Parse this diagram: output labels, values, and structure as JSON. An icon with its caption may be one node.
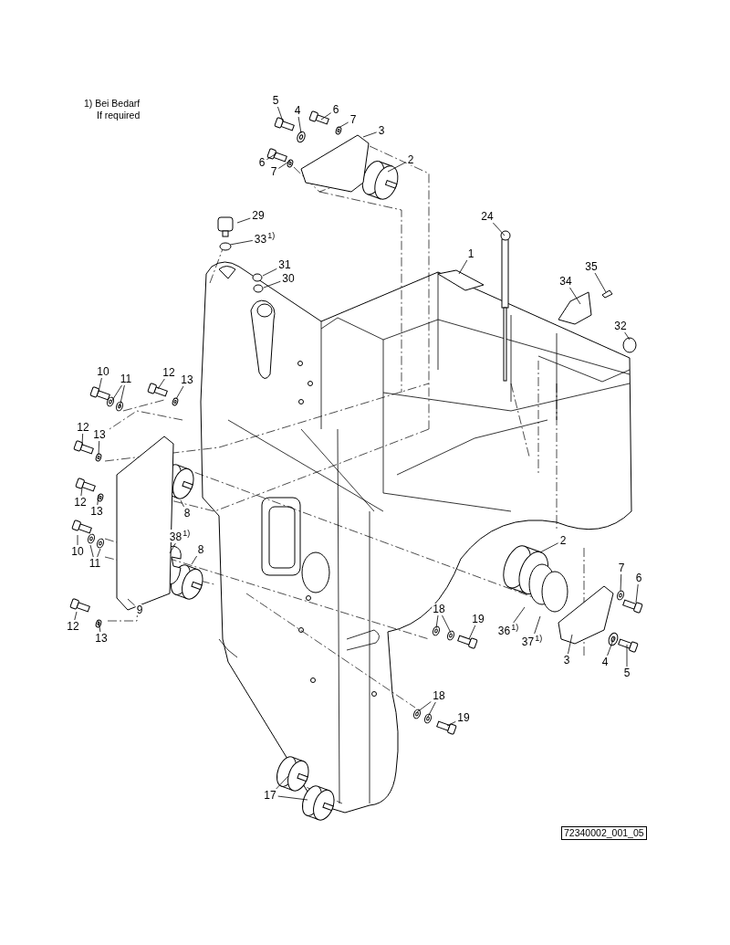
{
  "diagram": {
    "nodes": [
      {
        "text": [
          "5"
        ]
      },
      {
        "text": [
          "4"
        ]
      },
      {
        "text": [
          "6"
        ]
      },
      {
        "text": [
          "7"
        ]
      },
      {
        "text": [
          "3"
        ]
      },
      {
        "text": [
          "2"
        ]
      },
      {
        "text": [
          "6"
        ]
      },
      {
        "text": [
          "7"
        ]
      },
      {
        "text": [
          "29"
        ]
      },
      {
        "text": [
          "24"
        ]
      },
      {
        "text": [
          "33$^{1)}$"
        ]
      },
      {
        "text": [
          "1"
        ]
      },
      {
        "text": [
          "31"
        ]
      },
      {
        "text": [
          "35"
        ]
      },
      {
        "text": [
          "30"
        ]
      },
      {
        "text": [
          "34"
        ]
      },
      {
        "text": [
          "32"
        ]
      },
      {
        "text": [
          "10"
        ]
      },
      {
        "text": [
          "12"
        ]
      },
      {
        "text": [
          "11"
        ]
      },
      {
        "text": [
          "13"
        ]
      },
      {
        "text": [
          "12"
        ]
      },
      {
        "text": [
          "13"
        ]
      },
      {
        "text": [
          "8"
        ]
      },
      {
        "text": [
          "12"
        ]
      },
      {
        "text": [
          "13"
        ]
      },
      {
        "text": [
          "38$^{1)}$"
        ]
      },
      {
        "text": [
          "2"
        ]
      },
      {
        "text": [
          "10"
        ]
      },
      {
        "text": [
          "8"
        ]
      },
      {
        "text": [
          "11"
        ]
      },
      {
        "text": [
          "7"
        ]
      },
      {
        "text": [
          "6"
        ]
      },
      {
        "text": [
          "12"
        ]
      },
      {
        "text": [
          "18"
        ]
      },
      {
        "text": [
          "9"
        ]
      },
      {
        "text": [
          "19"
        ]
      },
      {
        "text": [
          "36$^{1)}$"
        ]
      },
      {
        "text": [
          "13"
        ]
      },
      {
        "text": [
          "37$^{1)}$"
        ]
      },
      {
        "text": [
          "3"
        ]
      },
      {
        "text": [
          "4"
        ]
      },
      {
        "text": [
          "5"
        ]
      },
      {
        "text": [
          "18"
        ]
      },
      {
        "text": [
          "19"
        ]
      },
      {
        "text": [
          "17"
        ]
      },
      {
        "text": [],
        "shape": "picture"
      }
    ],
    "edges": [
      {
        "from": 0,
        "to": 46,
        "arrow": "none"
      },
      {
        "from": 1,
        "to": 46,
        "arrow": "none"
      },
      {
        "from": 2,
        "to": 46,
        "arrow": "none"
      },
      {
        "from": 3,
        "to": 46,
        "arrow": "none"
      },
      {
        "from": 4,
        "to": 46,
        "arrow": "none"
      },
      {
        "from": 5,
        "to": 46,
        "arrow": "none"
      },
      {
        "from": 6,
        "to": 46,
        "arrow": "none"
      },
      {
        "from": 7,
        "to": 46,
        "arrow": "none"
      },
      {
        "from": 8,
        "to": 46,
        "arrow": "none"
      },
      {
        "from": 9,
        "to": 46,
        "arrow": "none"
      },
      {
        "from": 10,
        "to": 46,
        "arrow": "none"
      },
      {
        "from": 11,
        "to": 46,
        "arrow": "none"
      },
      {
        "from": 12,
        "to": 46,
        "arrow": "none"
      },
      {
        "from": 13,
        "to": 46,
        "arrow": "none"
      },
      {
        "from": 14,
        "to": 46,
        "arrow": "none"
      },
      {
        "from": 15,
        "to": 46,
        "arrow": "none"
      },
      {
        "from": 16,
        "to": 46,
        "arrow": "none"
      },
      {
        "from": 17,
        "to": 46,
        "arrow": "none"
      },
      {
        "from": 18,
        "to": 46,
        "arrow": "none"
      },
      {
        "from": 19,
        "to": 46,
        "arrow": "none"
      },
      {
        "from": 19,
        "to": 46,
        "arrow": "none"
      },
      {
        "from": 20,
        "to": 46,
        "arrow": "none"
      },
      {
        "from": 21,
        "to": 46,
        "arrow": "none"
      },
      {
        "from": 22,
        "to": 46,
        "arrow": "none"
      },
      {
        "from": 23,
        "to": 46,
        "arrow": "none"
      },
      {
        "from": 24,
        "to": 46,
        "arrow": "none"
      },
      {
        "from": 25,
        "to": 46,
        "arrow": "none"
      },
      {
        "from": 26,
        "to": 46,
        "arrow": "none"
      },
      {
        "from": 27,
        "to": 46,
        "arrow": "none"
      },
      {
        "from": 28,
        "to": 46,
        "arrow": "none"
      },
      {
        "from": 29,
        "to": 46,
        "arrow": "none"
      },
      {
        "from": 30,
        "to": 46,
        "arrow": "none"
      },
      {
        "from": 30,
        "to": 46,
        "arrow": "none"
      },
      {
        "from": 31,
        "to": 46,
        "arrow": "none"
      },
      {
        "from": 32,
        "to": 46,
        "arrow": "none"
      },
      {
        "from": 33,
        "to": 46,
        "arrow": "none"
      },
      {
        "from": 34,
        "to": 46,
        "arrow": "none"
      },
      {
        "from": 34,
        "to": 46,
        "arrow": "none"
      },
      {
        "from": 35,
        "to": 46,
        "arrow": "none"
      },
      {
        "from": 36,
        "to": 46,
        "arrow": "none"
      },
      {
        "from": 37,
        "to": 46,
        "arrow": "none"
      },
      {
        "from": 38,
        "to": 46,
        "arrow": "none"
      },
      {
        "from": 39,
        "to": 46,
        "arrow": "none"
      },
      {
        "from": 40,
        "to": 46,
        "arrow": "none"
      },
      {
        "from": 41,
        "to": 46,
        "arrow": "none"
      },
      {
        "from": 42,
        "to": 46,
        "arrow": "none"
      },
      {
        "from": 43,
        "to": 46,
        "arrow": "none"
      },
      {
        "from": 43,
        "to": 46,
        "arrow": "none"
      },
      {
        "from": 44,
        "to": 46,
        "arrow": "none"
      },
      {
        "from": 45,
        "to": 46,
        "arrow": "none"
      },
      {
        "from": 45,
        "to": 46,
        "arrow": "none"
      }
    ],
    "labels": [
      "1) Bei Bedarf",
      "If required",
      "72340002_001_05"
    ]
  }
}
